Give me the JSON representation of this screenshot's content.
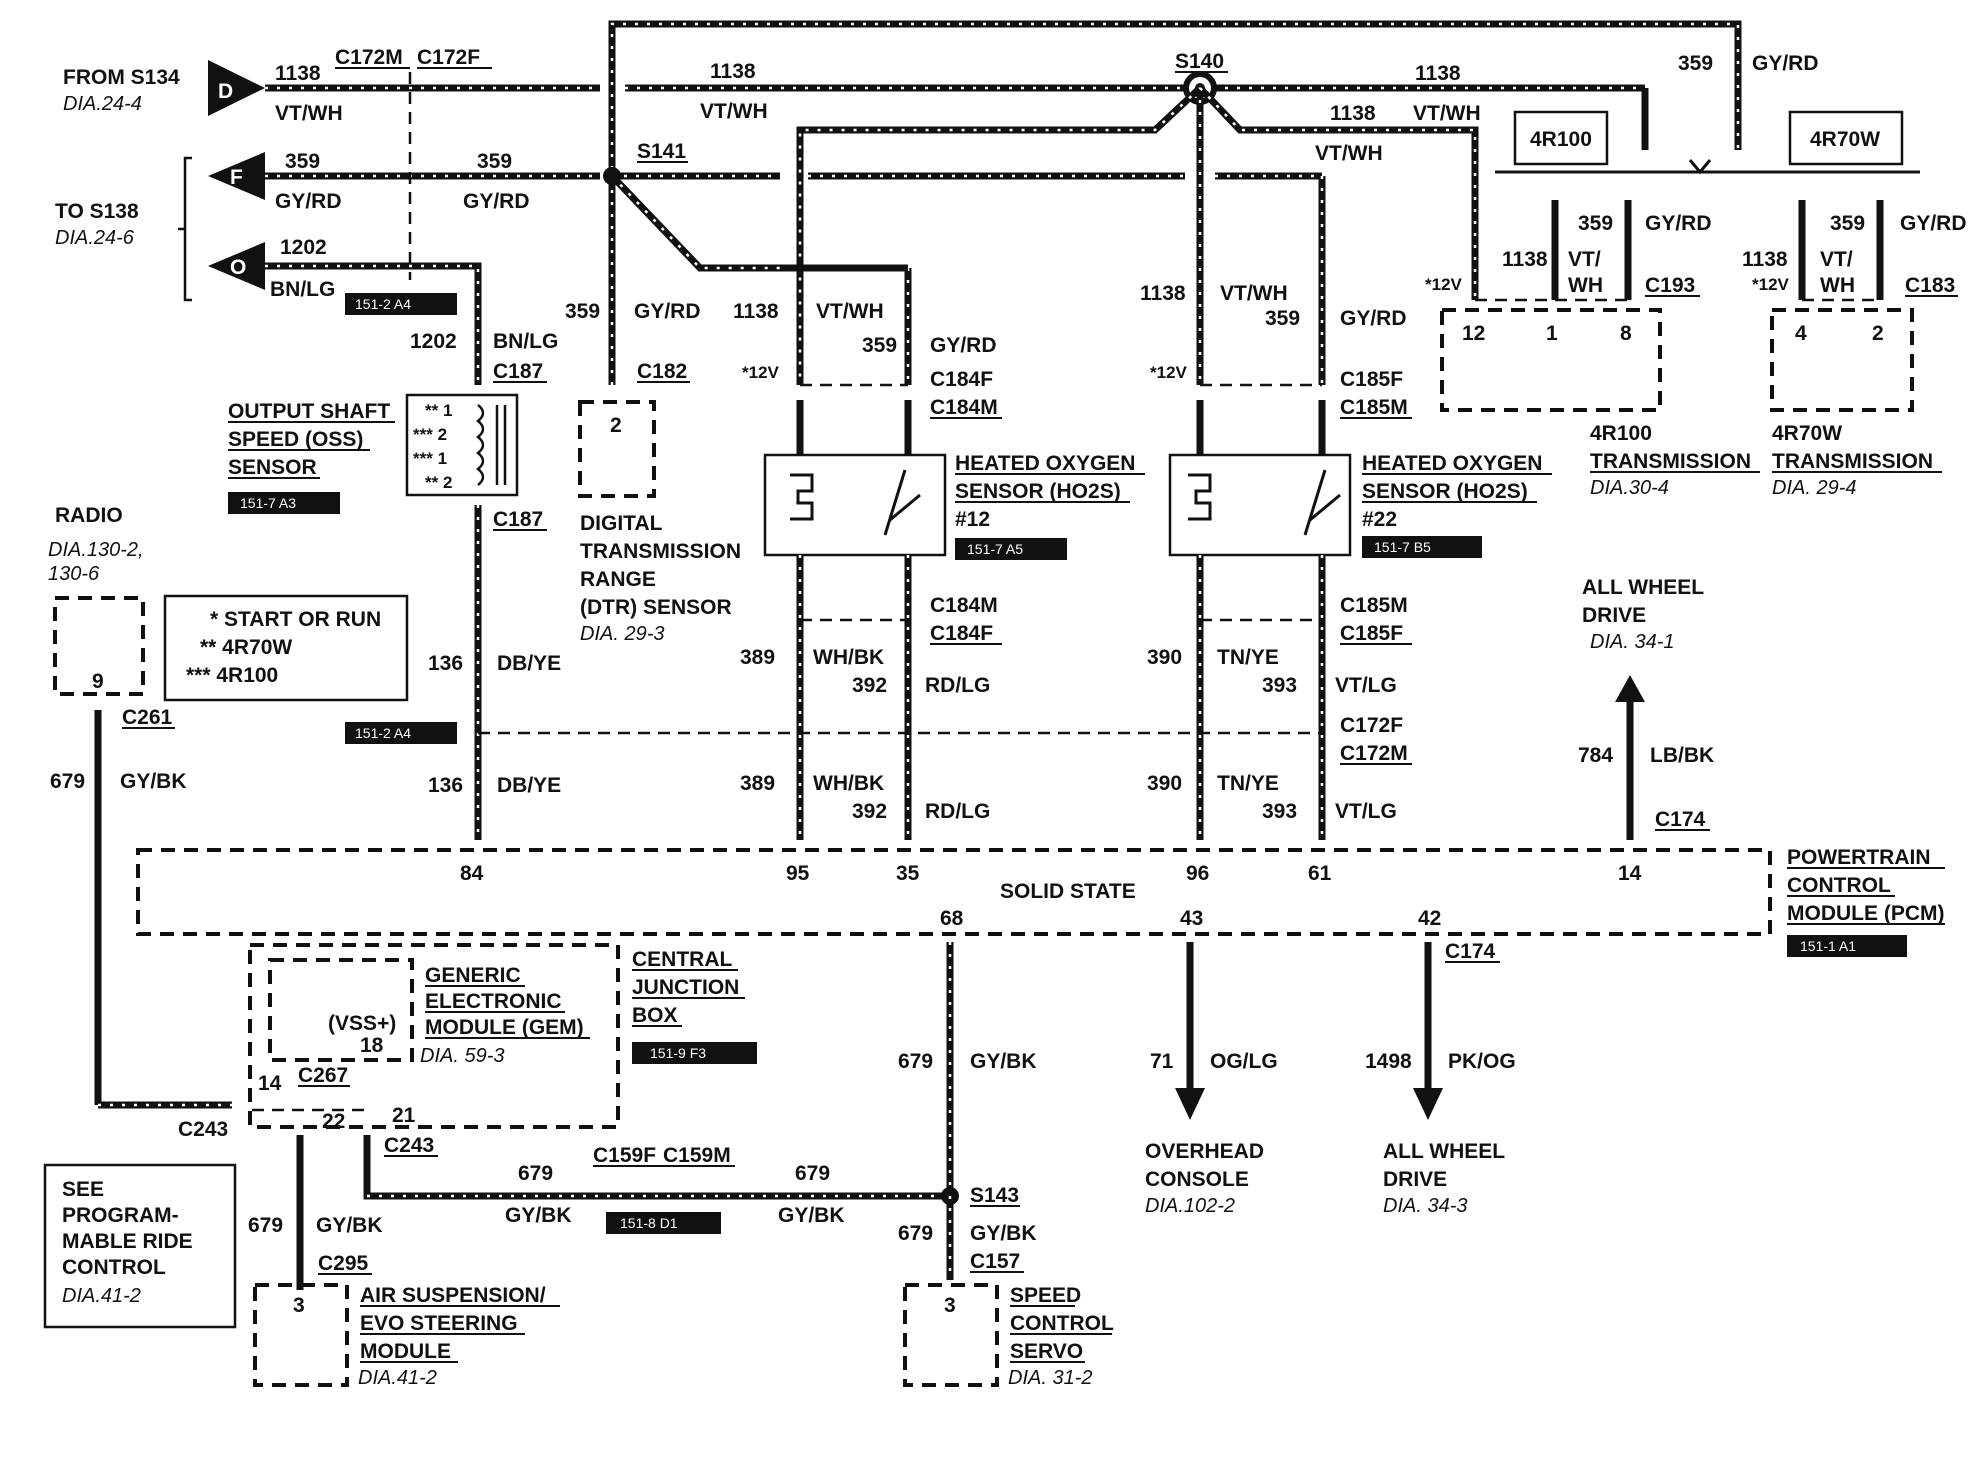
{
  "inputs": {
    "from_s134": {
      "label": "FROM S134",
      "ref": "DIA.24-4",
      "letter": "D",
      "circuit": "1138",
      "color": "VT/WH"
    },
    "to_s138": {
      "label": "TO S138",
      "ref": "DIA.24-6"
    },
    "f_input": {
      "letter": "F",
      "circuit": "359",
      "color": "GY/RD"
    },
    "o_input": {
      "letter": "O",
      "circuit": "1202",
      "color": "BN/LG"
    }
  },
  "connectors": {
    "c172m": "C172M",
    "c172f": "C172F",
    "c187": "C187",
    "c182": "C182",
    "c184f": "C184F",
    "c184m": "C184M",
    "c185f": "C185F",
    "c185m": "C185M",
    "c193": "C193",
    "c183": "C183",
    "c261": "C261",
    "c174": "C174",
    "c267": "C267",
    "c243": "C243",
    "c295": "C295",
    "c157": "C157",
    "c159f": "C159F",
    "c159m": "C159M"
  },
  "splices": {
    "s140": "S140",
    "s141": "S141",
    "s143": "S143"
  },
  "circuits": {
    "c1138": "1138",
    "c359": "359",
    "c1202": "1202",
    "c136": "136",
    "c389": "389",
    "c392": "392",
    "c390": "390",
    "c393": "393",
    "c784": "784",
    "c679": "679",
    "c71": "71",
    "c1498": "1498"
  },
  "colors": {
    "vtwh": "VT/WH",
    "gyrd": "GY/RD",
    "bnlg": "BN/LG",
    "dbye": "DB/YE",
    "whbk": "WH/BK",
    "rdlg": "RD/LG",
    "tnye": "TN/YE",
    "vtlg": "VT/LG",
    "lbbk": "LB/BK",
    "gybk": "GY/BK",
    "oglg": "OG/LG",
    "pkog": "PK/OG",
    "vt_slash": "VT/",
    "wh": "WH"
  },
  "tags": {
    "t151_2_a4": "151-2 A4",
    "t151_7_a3": "151-7 A3",
    "t151_7_a5": "151-7 A5",
    "t151_7_b5": "151-7 B5",
    "t151_1_a1": "151-1 A1",
    "t151_9_f3": "151-9 F3",
    "t151_8_d1": "151-8 D1"
  },
  "components": {
    "oss": {
      "l1": "OUTPUT SHAFT",
      "l2": "SPEED (OSS)",
      "l3": "SENSOR",
      "pins": [
        "** 1",
        "*** 2",
        "*** 1",
        "** 2"
      ]
    },
    "dtr": {
      "l1": "DIGITAL",
      "l2": "TRANSMISSION",
      "l3": "RANGE",
      "l4": "(DTR) SENSOR",
      "ref": "DIA. 29-3",
      "pin": "2"
    },
    "ho2s12": {
      "l1": "HEATED OXYGEN",
      "l2": "SENSOR (HO2S)",
      "l3": "#12"
    },
    "ho2s22": {
      "l1": "HEATED OXYGEN",
      "l2": "SENSOR (HO2S)",
      "l3": "#22"
    },
    "t4r100": {
      "badge": "4R100",
      "l1": "4R100",
      "l2": "TRANSMISSION",
      "ref": "DIA.30-4",
      "pins": [
        "12",
        "1",
        "8"
      ]
    },
    "t4r70w": {
      "badge": "4R70W",
      "l1": "4R70W",
      "l2": "TRANSMISSION",
      "ref": "DIA. 29-4",
      "pins": [
        "4",
        "2"
      ]
    },
    "radio": {
      "l1": "RADIO",
      "ref1": "DIA.130-2,",
      "ref2": "130-6",
      "pin": "9"
    },
    "pcm": {
      "l1": "POWERTRAIN",
      "l2": "CONTROL",
      "l3": "MODULE (PCM)",
      "center": "SOLID STATE",
      "pins": [
        "84",
        "95",
        "35",
        "96",
        "61",
        "14",
        "68",
        "43",
        "42"
      ]
    },
    "cjb": {
      "l1": "CENTRAL",
      "l2": "JUNCTION",
      "l3": "BOX"
    },
    "gem": {
      "l1": "GENERIC",
      "l2": "ELECTRONIC",
      "l3": "MODULE (GEM)",
      "ref": "DIA. 59-3",
      "vss": "(VSS+)",
      "pin18": "18",
      "pin14": "14",
      "pin22": "22",
      "pin21": "21"
    },
    "air": {
      "l1": "AIR SUSPENSION/",
      "l2": "EVO STEERING",
      "l3": "MODULE",
      "ref": "DIA.41-2",
      "pin": "3"
    },
    "scs": {
      "l1": "SPEED",
      "l2": "CONTROL",
      "l3": "SERVO",
      "ref": "DIA. 31-2",
      "pin": "3"
    },
    "awd_top": {
      "l1": "ALL WHEEL",
      "l2": "DRIVE",
      "ref": "DIA. 34-1"
    },
    "awd_bot": {
      "l1": "ALL WHEEL",
      "l2": "DRIVE",
      "ref": "DIA. 34-3"
    },
    "overhead": {
      "l1": "OVERHEAD",
      "l2": "CONSOLE",
      "ref": "DIA.102-2"
    },
    "see_box": {
      "l1": "SEE",
      "l2": "PROGRAM-",
      "l3": "MABLE RIDE",
      "l4": "CONTROL",
      "ref": "DIA.41-2"
    }
  },
  "legend": {
    "r1": "*  START OR RUN",
    "r2": "**  4R70W",
    "r3": "***  4R100"
  },
  "misc": {
    "v12": "*12V"
  }
}
